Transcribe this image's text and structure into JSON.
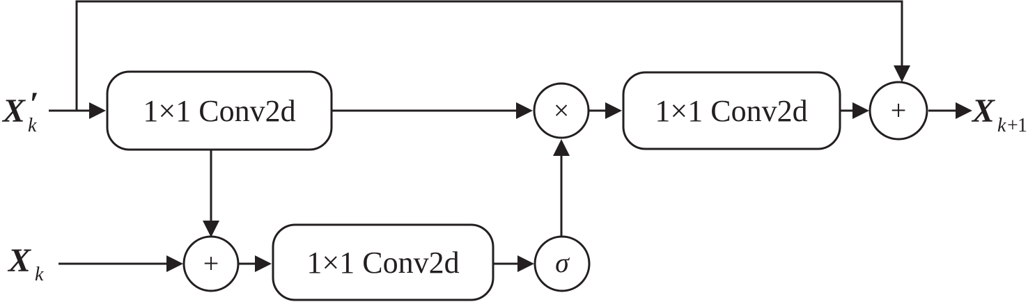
{
  "inputs": {
    "x_prime": {
      "base": "X",
      "prime": "′",
      "sub": "k"
    },
    "x": {
      "base": "X",
      "sub": "k"
    }
  },
  "output": {
    "base": "X",
    "sub": "k",
    "sub_op": "+",
    "sub_num": "1"
  },
  "blocks": {
    "conv_top": "1×1 Conv2d",
    "conv_bottom": "1×1 Conv2d",
    "conv_right": "1×1 Conv2d"
  },
  "operators": {
    "add_bottom": "+",
    "multiply": "×",
    "sigmoid": "σ",
    "add_output": "+"
  },
  "colors": {
    "stroke": "#231f20",
    "background": "#ffffff"
  }
}
